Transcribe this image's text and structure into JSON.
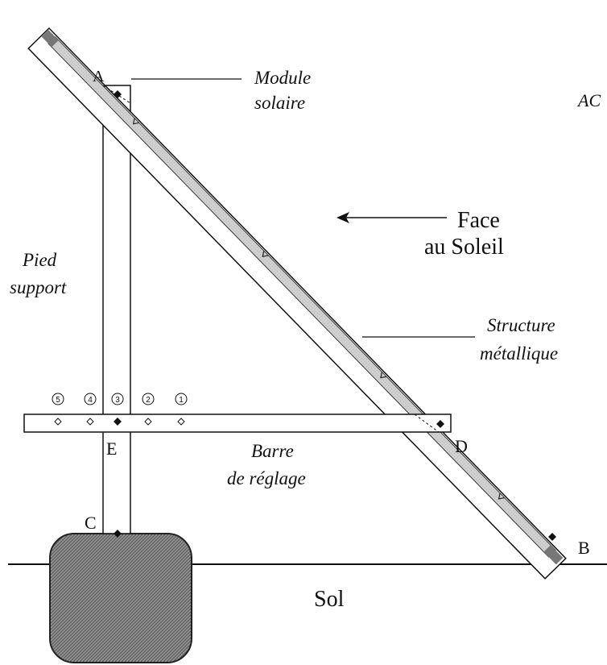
{
  "labels": {
    "point_a": "A",
    "point_b": "B",
    "point_c": "C",
    "point_d": "D",
    "point_e": "E",
    "module_line1": "Module",
    "module_line2": "solaire",
    "face_line1": "Face",
    "face_line2": "au Soleil",
    "structure_line1": "Structure",
    "structure_line2": "métallique",
    "pied_line1": "Pied",
    "pied_line2": "support",
    "barre_line1": "Barre",
    "barre_line2": "de réglage",
    "sol": "Sol",
    "cut_text": "AC"
  },
  "holes": [
    {
      "number": "5"
    },
    {
      "number": "4"
    },
    {
      "number": "3"
    },
    {
      "number": "2"
    },
    {
      "number": "1"
    }
  ],
  "colors": {
    "line": "#111111",
    "panel_fill": "#c9c9c9",
    "base_fill": "#8a8a8a",
    "paper": "#ffffff"
  }
}
